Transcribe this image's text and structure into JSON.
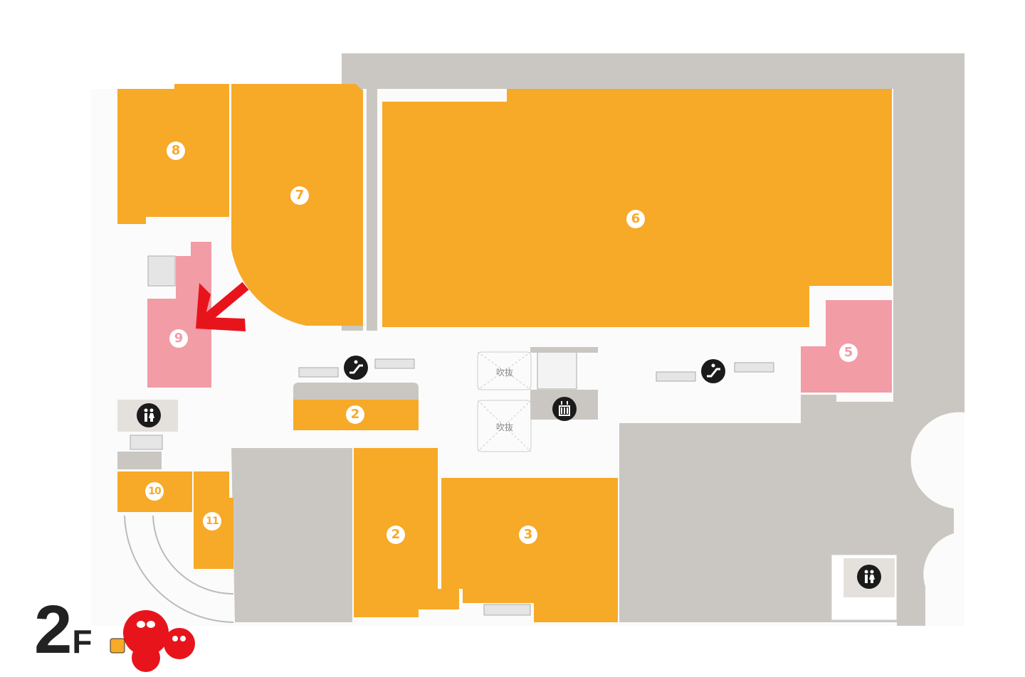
{
  "floor": {
    "number": "2",
    "suffix": "F"
  },
  "stores": [
    {
      "id": "store-8",
      "label": "8"
    },
    {
      "id": "store-7",
      "label": "7"
    },
    {
      "id": "store-6",
      "label": "6"
    },
    {
      "id": "store-9",
      "label": "9"
    },
    {
      "id": "store-5",
      "label": "5"
    },
    {
      "id": "store-2a",
      "label": "2"
    },
    {
      "id": "store-2b",
      "label": "2"
    },
    {
      "id": "store-3",
      "label": "3"
    },
    {
      "id": "store-10",
      "label": "10"
    },
    {
      "id": "store-11",
      "label": "11"
    }
  ],
  "voids": [
    "吹抜",
    "吹抜"
  ],
  "icons": [
    "escalator-icon",
    "escalator-icon",
    "elevator-icon",
    "restroom-icon",
    "restroom-icon",
    "arrow-icon"
  ],
  "colors": {
    "store": "#F7A928",
    "highlight": "#F29CA6",
    "building": "#CAC7C2",
    "arrow": "#E8141C"
  }
}
